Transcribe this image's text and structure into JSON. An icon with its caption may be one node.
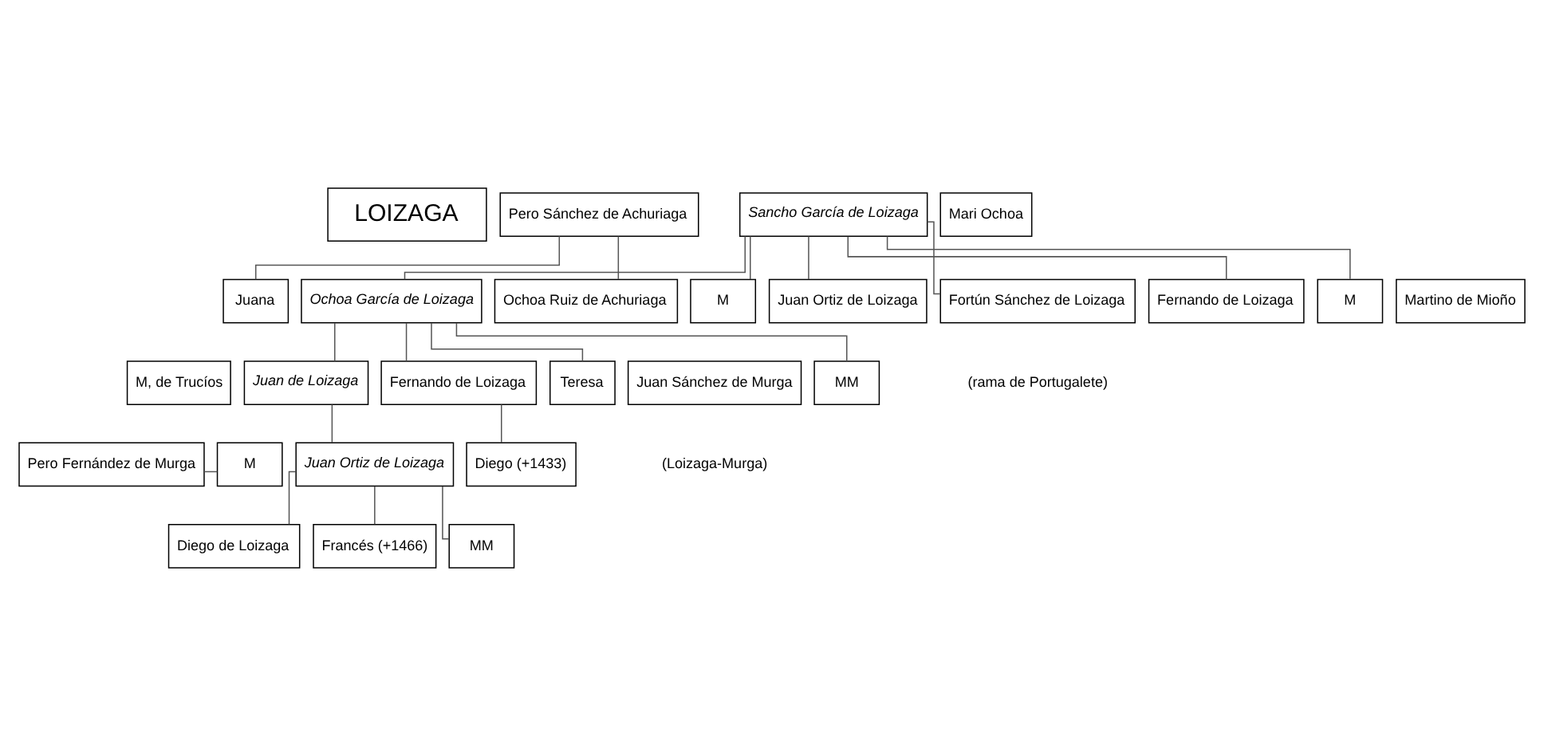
{
  "diagram": {
    "nodes": [
      {
        "text": [
          "LOIZAGA"
        ]
      },
      {
        "text": [
          "Pero Sánchez de Achuriaga"
        ]
      },
      {
        "text": [
          "Sancho García de Loizaga"
        ]
      },
      {
        "text": [
          "Mari Ochoa"
        ]
      },
      {
        "text": [
          "Juana"
        ]
      },
      {
        "text": [
          "Ochoa García de Loizaga"
        ]
      },
      {
        "text": [
          "Ochoa Ruiz de Achuriaga"
        ]
      },
      {
        "text": [
          "M"
        ]
      },
      {
        "text": [
          "Juan Ortiz de Loizaga"
        ]
      },
      {
        "text": [
          "Fortún Sánchez de Loizaga"
        ],
        "beside": [
          "(rama de Portugalete)"
        ]
      },
      {
        "text": [
          "Fernando de Loizaga"
        ]
      },
      {
        "text": [
          "M"
        ]
      },
      {
        "text": [
          "Martino de Mioño"
        ]
      },
      {
        "text": [
          "M, de Trucíos"
        ]
      },
      {
        "text": [
          "Juan de Loizaga"
        ]
      },
      {
        "text": [
          "Fernando de Loizaga"
        ]
      },
      {
        "text": [
          "Teresa"
        ]
      },
      {
        "text": [
          "Juan Sánchez de Murga"
        ],
        "beside": [
          "(Loizaga-Murga)"
        ]
      },
      {
        "text": [
          "MM"
        ]
      },
      {
        "text": [
          "Diego (+1433)"
        ]
      },
      {
        "text": [
          "Pero Fernández de Murga"
        ]
      },
      {
        "text": [
          "M"
        ]
      },
      {
        "text": [
          "Juan Ortiz de Loizaga"
        ]
      },
      {
        "text": [
          "Diego de Loizaga"
        ]
      },
      {
        "text": [
          "Francés (+1466)"
        ]
      },
      {
        "text": [
          "MM"
        ]
      }
    ],
    "edges": [
      {
        "from": 1,
        "to": 4,
        "arrow": "none"
      },
      {
        "from": 1,
        "to": 6,
        "arrow": "none"
      },
      {
        "from": 2,
        "to": 5,
        "arrow": "none"
      },
      {
        "from": 2,
        "to": 7,
        "arrow": "none"
      },
      {
        "from": 2,
        "to": 8,
        "arrow": "none"
      },
      {
        "from": 2,
        "to": 9,
        "arrow": "none"
      },
      {
        "from": 2,
        "to": 10,
        "arrow": "none"
      },
      {
        "from": 2,
        "to": 11,
        "arrow": "none"
      },
      {
        "from": 5,
        "to": 14,
        "arrow": "none"
      },
      {
        "from": 5,
        "to": 15,
        "arrow": "none"
      },
      {
        "from": 5,
        "to": 16,
        "arrow": "none"
      },
      {
        "from": 5,
        "to": 18,
        "arrow": "none"
      },
      {
        "from": 15,
        "to": 19,
        "arrow": "none"
      },
      {
        "from": 14,
        "to": 22,
        "arrow": "none"
      },
      {
        "from": 20,
        "to": 21,
        "arrow": "none"
      },
      {
        "from": 22,
        "to": 23,
        "arrow": "none"
      },
      {
        "from": 22,
        "to": 24,
        "arrow": "none"
      },
      {
        "from": 22,
        "to": 25,
        "arrow": "none"
      }
    ]
  }
}
